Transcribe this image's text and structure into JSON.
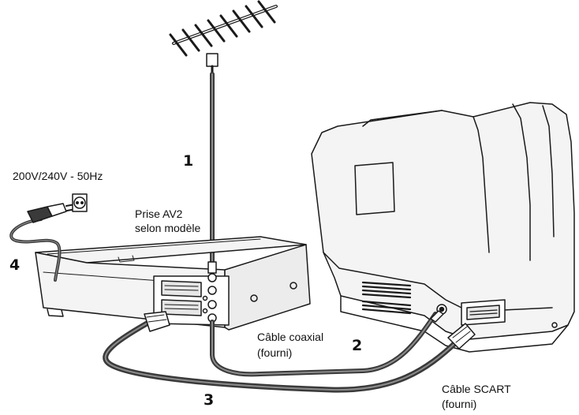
{
  "labels": {
    "power": "200V/240V - 50Hz",
    "av2_line1": "Prise AV2",
    "av2_line2": "selon modèle",
    "coax_line1": "Câble coaxial",
    "coax_line2": "(fourni)",
    "scart_line1": "Câble SCART",
    "scart_line2": "(fourni)"
  },
  "steps": {
    "antenna": "1",
    "coax": "2",
    "scart": "3",
    "mains": "4"
  },
  "colors": {
    "line": "#1a1a1a",
    "cable": "#3a3a3a",
    "cable_inner": "#8c8c8c",
    "device_fill": "#f4f4f4",
    "panel_fill": "#e6e6e6"
  }
}
